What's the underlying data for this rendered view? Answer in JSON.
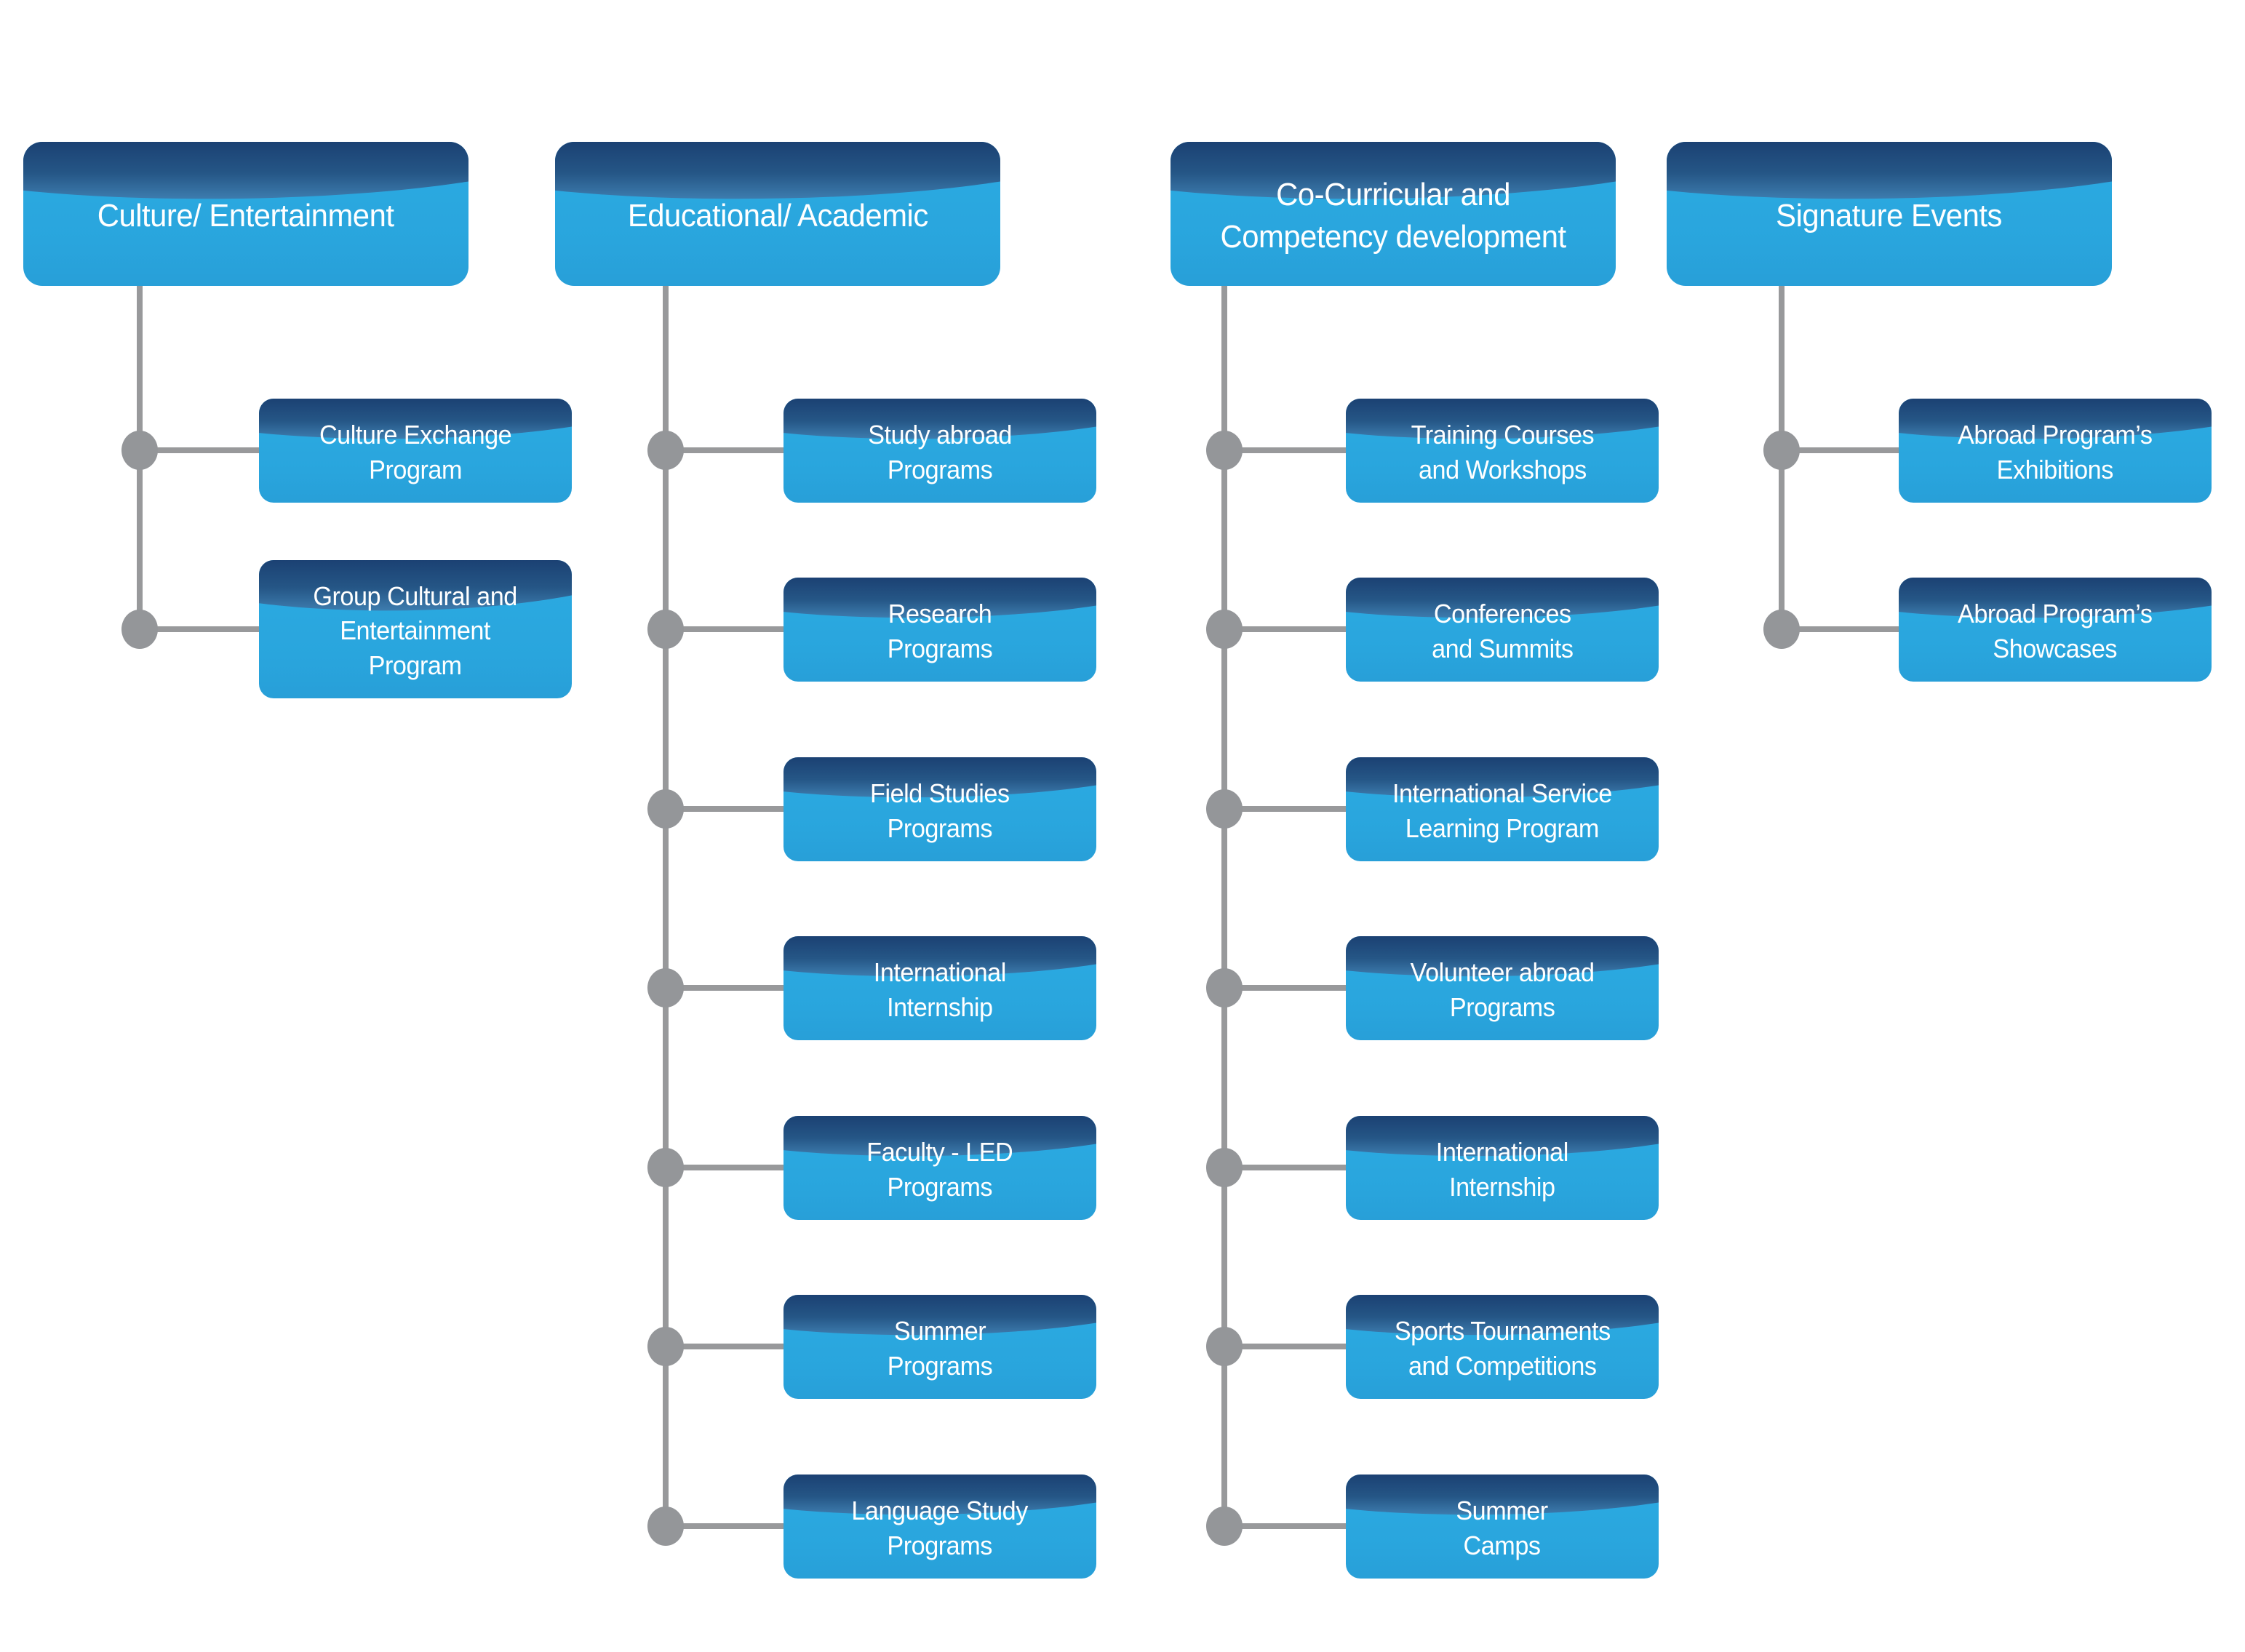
{
  "diagram": {
    "kind": "hierarchy-org-chart",
    "palette": {
      "node_fill": "#29a7df",
      "gloss_top": "#1b4173",
      "gloss_bottom": "#3d7cae",
      "connector_gray": "#98999b",
      "text": "#ffffff",
      "background": "#ffffff"
    }
  },
  "columns": [
    {
      "title": "Culture/ Entertainment",
      "children": [
        {
          "label": "Culture Exchange\nProgram"
        },
        {
          "label": "Group Cultural and\nEntertainment\nProgram"
        }
      ]
    },
    {
      "title": "Educational/ Academic",
      "children": [
        {
          "label": "Study abroad\nPrograms"
        },
        {
          "label": "Research\nPrograms"
        },
        {
          "label": "Field Studies\nPrograms"
        },
        {
          "label": "International\nInternship"
        },
        {
          "label": "Faculty - LED\nPrograms"
        },
        {
          "label": "Summer\nPrograms"
        },
        {
          "label": "Language Study\nPrograms"
        }
      ]
    },
    {
      "title": "Co-Curricular and\nCompetency development",
      "children": [
        {
          "label": "Training Courses\nand Workshops"
        },
        {
          "label": "Conferences\nand Summits"
        },
        {
          "label": "International Service\nLearning Program"
        },
        {
          "label": "Volunteer abroad\nPrograms"
        },
        {
          "label": "International\nInternship"
        },
        {
          "label": "Sports Tournaments\nand Competitions"
        },
        {
          "label": "Summer\nCamps"
        }
      ]
    },
    {
      "title": "Signature Events",
      "children": [
        {
          "label": "Abroad Program’s\nExhibitions"
        },
        {
          "label": "Abroad Program’s\nShowcases"
        }
      ]
    }
  ]
}
